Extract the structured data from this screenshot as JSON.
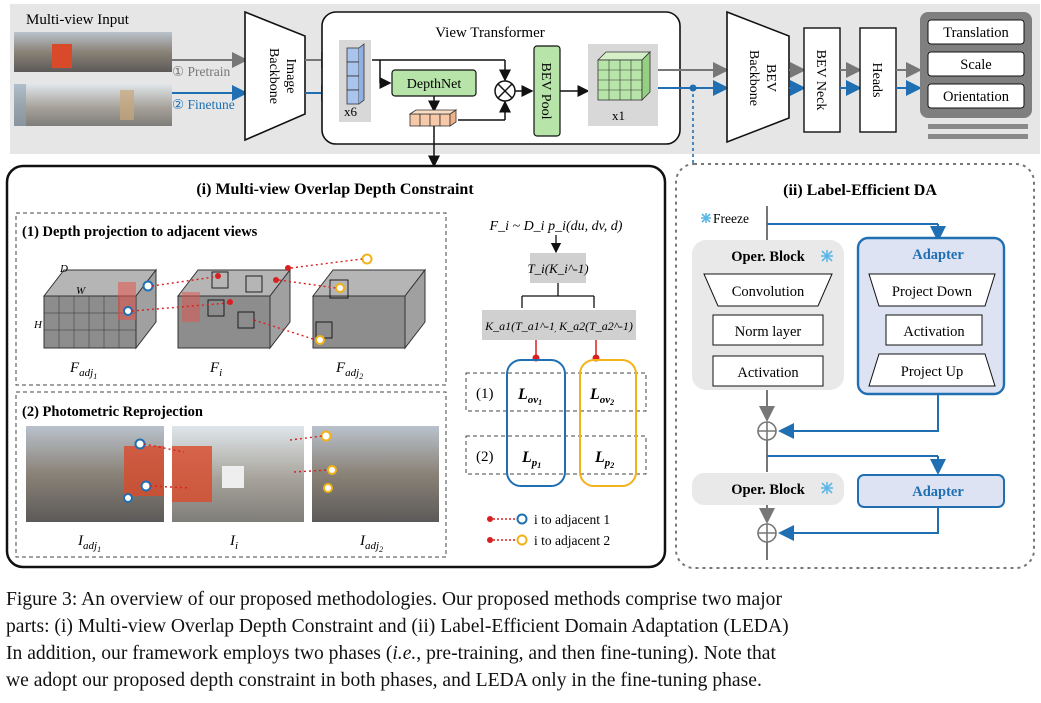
{
  "figure": {
    "multiview_input": "Multi-view Input",
    "pretrain": "① Pretrain",
    "finetune": "② Finetune",
    "image_backbone": [
      "Image",
      "Backbone"
    ],
    "view_transformer": "View Transformer",
    "x6": "x6",
    "depthnet": "DepthNet",
    "bev_pool": "BEV Pool",
    "x1": "x1",
    "bev_backbone": [
      "BEV",
      "Backbone"
    ],
    "bev_neck": "BEV Neck",
    "heads": "Heads",
    "outputs": [
      "Translation",
      "Scale",
      "Orientation"
    ]
  },
  "panel_i": {
    "title": "(i) Multi-view Overlap Depth Constraint",
    "sub1": "(1) Depth projection to adjacent views",
    "sub2": "(2) Photometric Reprojection",
    "cube_dims": [
      "D",
      "W",
      "H"
    ],
    "feat_labels": [
      "F",
      "adj",
      "1",
      "F",
      "i",
      "F",
      "adj",
      "2"
    ],
    "img_labels": [
      "I",
      "adj",
      "1",
      "I",
      "i",
      "I",
      "adj",
      "2"
    ],
    "formula": "F_i ~ D_i p_i(du, dv, d)",
    "transform": "T_i(K_i^-1)",
    "k1": "K_a1(T_a1^-1)",
    "k2": "K_a2(T_a2^-1)",
    "row1": "(1)",
    "row2": "(2)",
    "loss": [
      "L",
      "ov",
      "1",
      "L",
      "ov",
      "2",
      "L",
      "p",
      "1",
      "L",
      "p",
      "2"
    ],
    "legend": [
      "i to adjacent 1",
      "i to adjacent 2"
    ]
  },
  "panel_ii": {
    "title": "(ii) Label-Efficient DA",
    "freeze": "Freeze",
    "oper_block": "Oper. Block",
    "oper_items": [
      "Convolution",
      "Norm layer",
      "Activation"
    ],
    "adapter": "Adapter",
    "adapter_items": [
      "Project Down",
      "Activation",
      "Project Up"
    ]
  },
  "caption": {
    "line1": "Figure 3: An overview of our proposed methodologies. Our proposed methods comprise two major",
    "line2": "parts: (i) Multi-view Overlap Depth Constraint and (ii) Label-Efficient Domain Adaptation (LEDA)",
    "line3a": "In addition, our framework employs two phases (",
    "line3b": "i.e.",
    "line3c": ", pre-training, and then fine-tuning). Note that",
    "line4": "we adopt our proposed depth constraint in both phases, and LEDA only in the fine-tuning phase."
  },
  "colors": {
    "top_band": "#e6e6e6",
    "blue": "#1f6fb2",
    "orange": "#f2b21a",
    "red": "#d92020",
    "adapter_fill": "#dde3f3",
    "oper_fill": "#e9e9e9",
    "cube_green": "#b7e4a8",
    "cube_blue": "#a9c5ee",
    "cube_orange": "#f6c9a8"
  },
  "icons": [
    "snowflake-icon",
    "multiply-icon",
    "plus-icon"
  ]
}
